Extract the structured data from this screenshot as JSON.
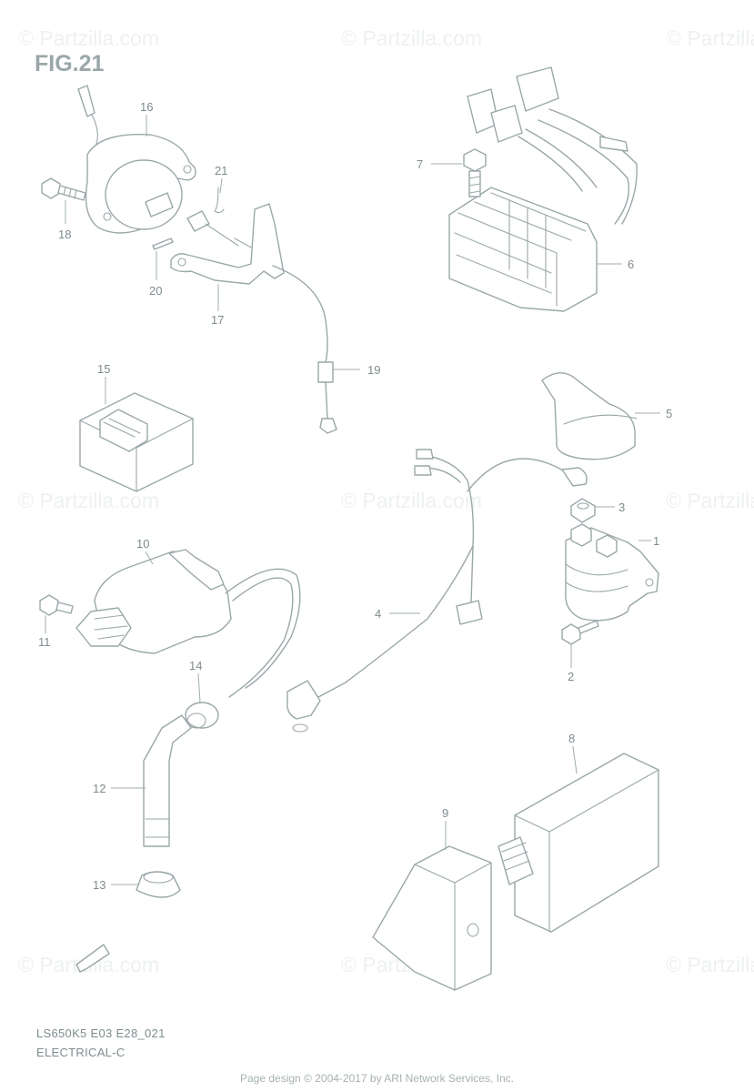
{
  "watermark": "© Partzilla.com",
  "figure_label": "FIG.21",
  "callouts": {
    "c1": "1",
    "c2": "2",
    "c3": "3",
    "c4": "4",
    "c5": "5",
    "c6": "6",
    "c7": "7",
    "c8": "8",
    "c9": "9",
    "c10": "10",
    "c11": "11",
    "c12": "12",
    "c13": "13",
    "c14": "14",
    "c15": "15",
    "c16": "16",
    "c17": "17",
    "c18": "18",
    "c19": "19",
    "c20": "20",
    "c21": "21"
  },
  "caption": {
    "code": "LS650K5 E03 E28_021",
    "section": "ELECTRICAL-C"
  },
  "footer": "Page design © 2004-2017 by ARI Network Services, Inc.",
  "colors": {
    "line": "#9aa7a9",
    "text": "#7e8c8e",
    "watermark": "#eef1f1"
  }
}
